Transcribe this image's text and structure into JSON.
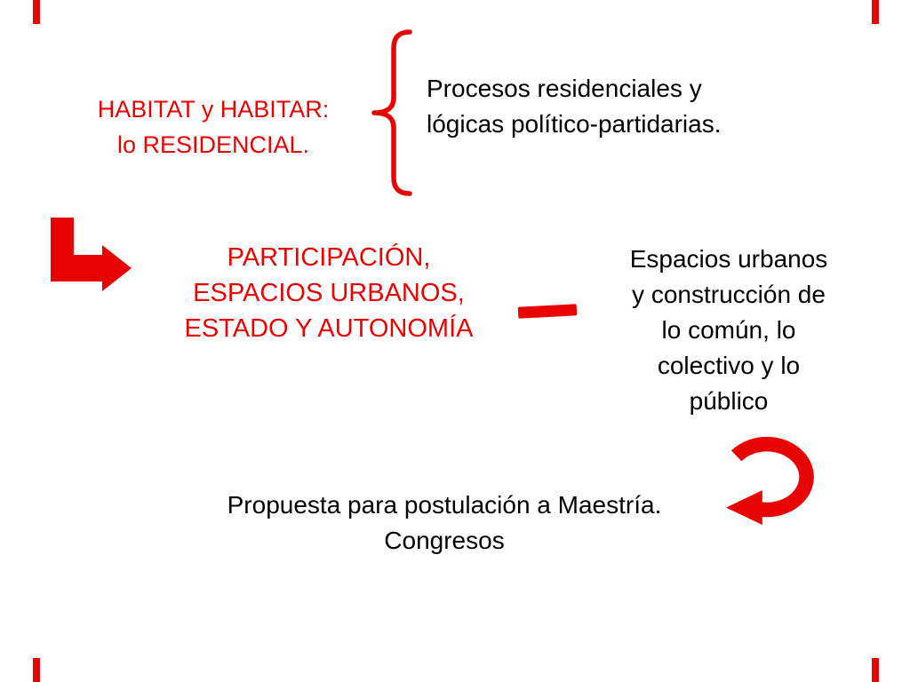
{
  "colors": {
    "red": "#e60504",
    "text": "#000000",
    "background": "#ffffff"
  },
  "blocks": {
    "habitat": {
      "lines": [
        "HABITAT y HABITAR:",
        "lo RESIDENCIAL."
      ]
    },
    "procesos": {
      "lines": [
        "Procesos residenciales y",
        "lógicas político-partidarias."
      ]
    },
    "participacion": {
      "lines": [
        "PARTICIPACIÓN,",
        "ESPACIOS URBANOS,",
        "ESTADO Y AUTONOMÍA"
      ]
    },
    "espacios": {
      "lines": [
        "Espacios urbanos",
        "y construcción de",
        "lo común, lo",
        "colectivo y lo",
        "público"
      ]
    },
    "propuesta": {
      "lines": [
        "Propuesta para postulación a Maestría.",
        "Congresos"
      ]
    }
  },
  "icons": {
    "brace": "curly-brace-left",
    "bent_arrow": "bent-arrow-right",
    "dash": "dash-connector",
    "curved_arrow": "curved-arrow-left"
  }
}
